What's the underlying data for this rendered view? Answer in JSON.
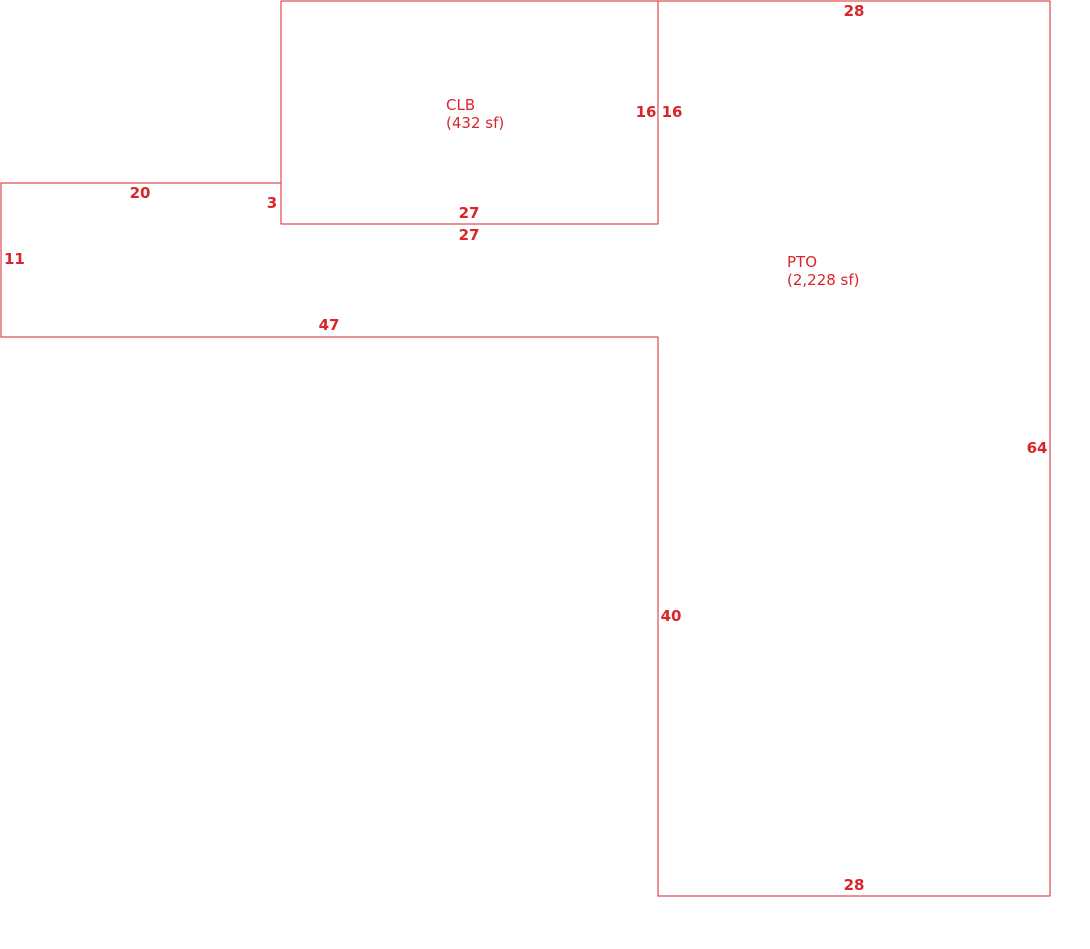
{
  "colors": {
    "line": "#d9262b",
    "text": "#d9262b",
    "background": "#ffffff"
  },
  "areas": {
    "clb": {
      "name": "CLB",
      "size": "(432 sf)"
    },
    "pto": {
      "name": "PTO",
      "size": "(2,228 sf)"
    }
  },
  "dimensions": {
    "clb_top": "",
    "clb_right_inner": "16",
    "clb_right_outer": "16",
    "clb_bottom_inner": "27",
    "clb_bottom_outer": "27",
    "clb_left_step": "3",
    "pto_top": "28",
    "pto_right": "64",
    "pto_bottom": "28",
    "pto_inner_vertical": "40",
    "pto_lower_horizontal": "47",
    "pto_left": "11",
    "pto_upper_left": "20"
  }
}
